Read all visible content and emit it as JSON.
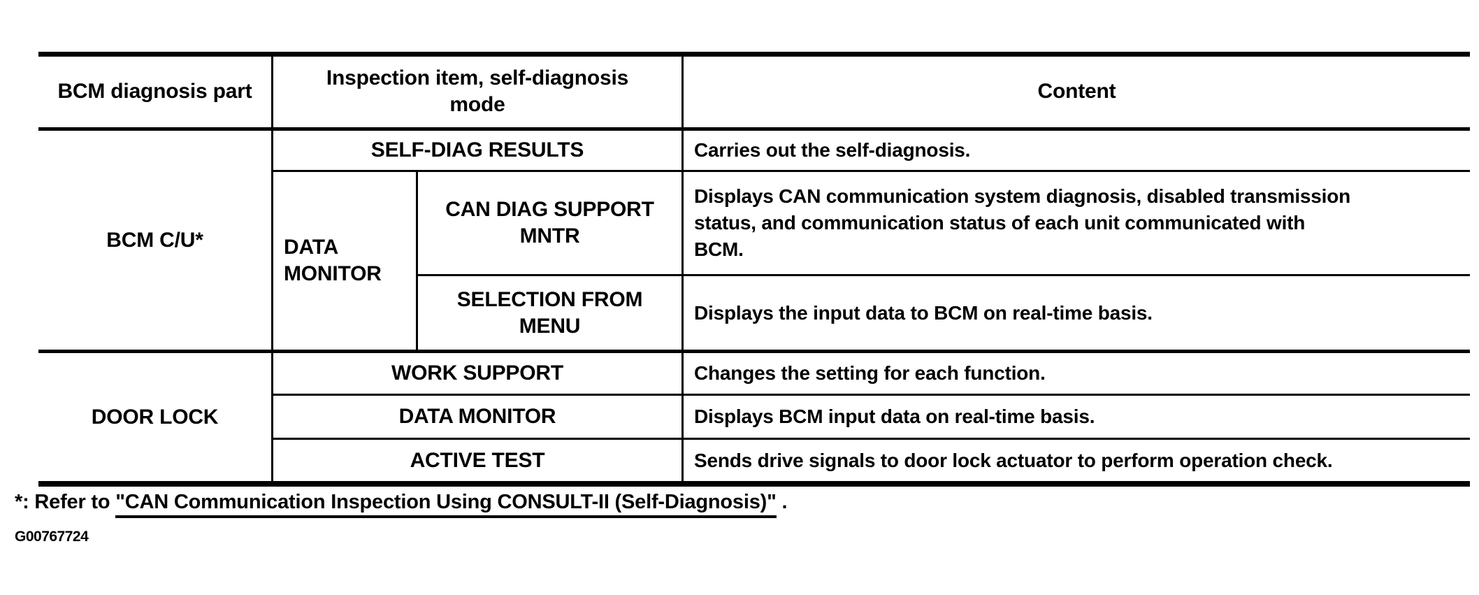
{
  "table": {
    "header": {
      "part": "BCM diagnosis part",
      "inspection_mode": "Inspection item, self-diagnosis\nmode",
      "content": "Content"
    },
    "bcm_section": {
      "part": "BCM C/U*",
      "self_diag": {
        "mode": "SELF-DIAG RESULTS",
        "content": "Carries out the self-diagnosis."
      },
      "data_monitor_group": "DATA\nMONITOR",
      "can_diag_support": {
        "mode": "CAN DIAG SUPPORT\nMNTR",
        "content": "Displays CAN communication system diagnosis, disabled transmission\nstatus, and communication status of each unit communicated with\nBCM."
      },
      "selection_from_menu": {
        "mode": "SELECTION FROM\nMENU",
        "content": "Displays the input data to BCM on real-time basis."
      }
    },
    "door_lock_section": {
      "part": "DOOR LOCK",
      "work_support": {
        "mode": "WORK SUPPORT",
        "content": "Changes the setting for each function."
      },
      "data_monitor": {
        "mode": "DATA MONITOR",
        "content": "Displays BCM input data on real-time basis."
      },
      "active_test": {
        "mode": "ACTIVE TEST",
        "content": "Sends drive signals to door lock actuator to perform operation check."
      }
    }
  },
  "footnote": {
    "prefix": "*: Refer to ",
    "link": "\"CAN Communication Inspection Using CONSULT-II (Self-Diagnosis)\"",
    "suffix": " ."
  },
  "figure_id": "G00767724"
}
